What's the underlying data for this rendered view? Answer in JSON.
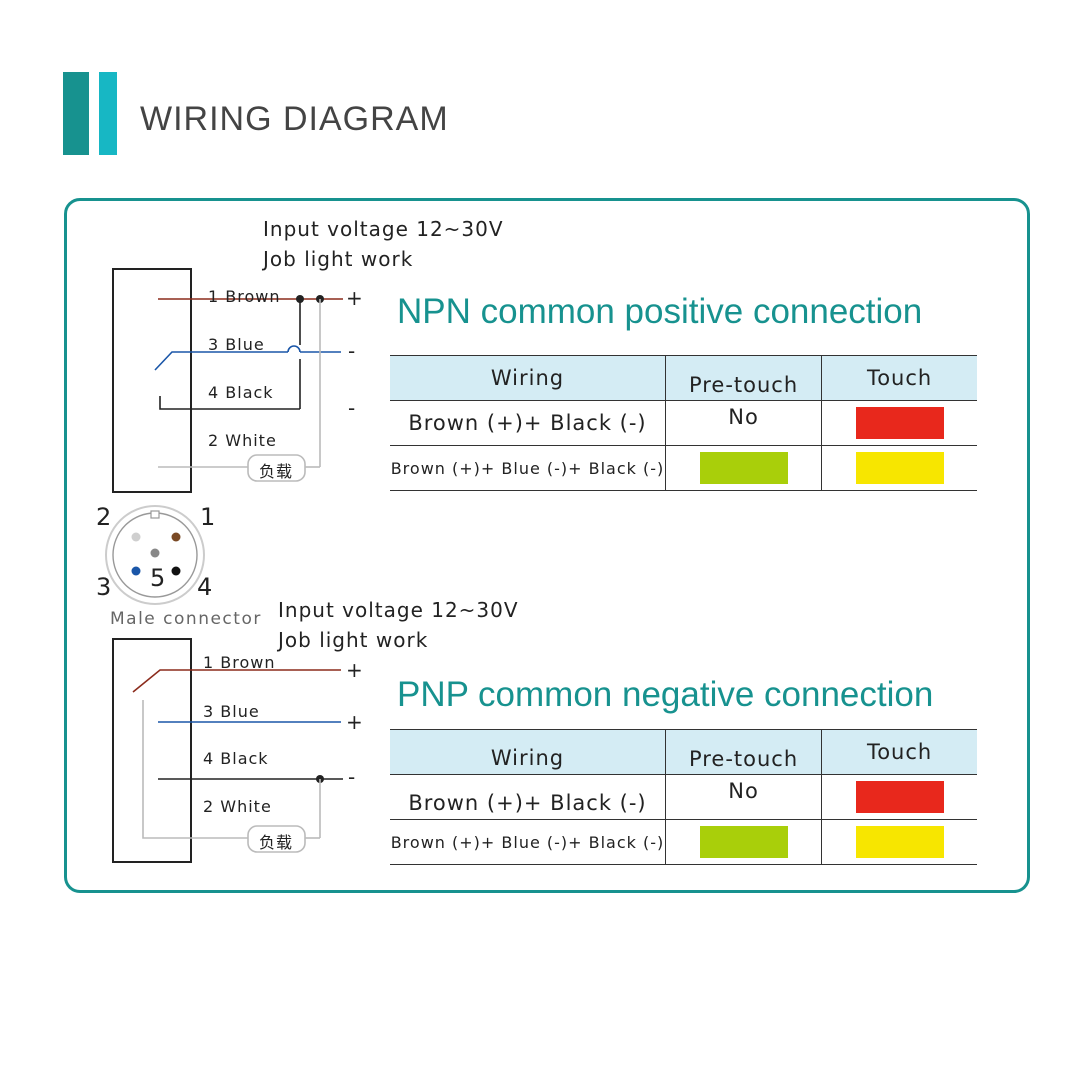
{
  "header": {
    "title": "WIRING DIAGRAM"
  },
  "colors": {
    "teal": "#17928f",
    "cyan": "#17b7c4",
    "red": "#e8281c",
    "yellow": "#f7e600",
    "green": "#a9cf0a",
    "table_header": "#d4ecf4"
  },
  "npn": {
    "voltage": "Input voltage 12~30V",
    "job": "Job light work",
    "title": "NPN common positive connection",
    "wires": {
      "brown": "1 Brown",
      "blue": "3 Blue",
      "black": "4 Black",
      "white": "2 White"
    },
    "load": "负载",
    "signs": {
      "plus": "+",
      "minus1": "-",
      "minus2": "-"
    },
    "table": {
      "col_wiring": "Wiring",
      "col_pretouch": "Pre-touch",
      "col_touch": "Touch",
      "row1": {
        "wiring": "Brown (+)+ Black (-)",
        "pretouch": "No",
        "touch_color": "red"
      },
      "row2": {
        "wiring": "Brown (+)+ Blue (-)+ Black (-)",
        "pretouch_color": "green",
        "touch_color": "yellow"
      }
    }
  },
  "connector": {
    "label": "Male connector",
    "pins": {
      "p1": "1",
      "p2": "2",
      "p3": "3",
      "p4": "4",
      "p5": "5"
    }
  },
  "pnp": {
    "voltage": "Input voltage 12~30V",
    "job": "Job light work",
    "title": "PNP common negative connection",
    "wires": {
      "brown": "1 Brown",
      "blue": "3 Blue",
      "black": "4 Black",
      "white": "2 White"
    },
    "load": "负载",
    "signs": {
      "plus1": "+",
      "plus2": "+",
      "minus": "-"
    },
    "table": {
      "col_wiring": "Wiring",
      "col_pretouch": "Pre-touch",
      "col_touch": "Touch",
      "row1": {
        "wiring": "Brown (+)+ Black (-)",
        "pretouch": "No",
        "touch_color": "red"
      },
      "row2": {
        "wiring": "Brown (+)+ Blue (-)+ Black (-)",
        "pretouch_color": "green",
        "touch_color": "yellow"
      }
    }
  }
}
